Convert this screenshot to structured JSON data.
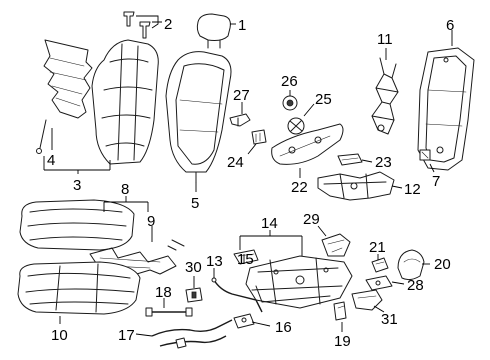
{
  "callouts": [
    {
      "id": "1",
      "label": "1"
    },
    {
      "id": "2",
      "label": "2"
    },
    {
      "id": "3",
      "label": "3"
    },
    {
      "id": "4",
      "label": "4"
    },
    {
      "id": "5",
      "label": "5"
    },
    {
      "id": "6",
      "label": "6"
    },
    {
      "id": "7",
      "label": "7"
    },
    {
      "id": "8",
      "label": "8"
    },
    {
      "id": "9",
      "label": "9"
    },
    {
      "id": "10",
      "label": "10"
    },
    {
      "id": "11",
      "label": "11"
    },
    {
      "id": "12",
      "label": "12"
    },
    {
      "id": "13",
      "label": "13"
    },
    {
      "id": "14",
      "label": "14"
    },
    {
      "id": "15",
      "label": "15"
    },
    {
      "id": "16",
      "label": "16"
    },
    {
      "id": "17",
      "label": "17"
    },
    {
      "id": "18",
      "label": "18"
    },
    {
      "id": "19",
      "label": "19"
    },
    {
      "id": "20",
      "label": "20"
    },
    {
      "id": "21",
      "label": "21"
    },
    {
      "id": "22",
      "label": "22"
    },
    {
      "id": "23",
      "label": "23"
    },
    {
      "id": "24",
      "label": "24"
    },
    {
      "id": "25",
      "label": "25"
    },
    {
      "id": "26",
      "label": "26"
    },
    {
      "id": "27",
      "label": "27"
    },
    {
      "id": "28",
      "label": "28"
    },
    {
      "id": "29",
      "label": "29"
    },
    {
      "id": "30",
      "label": "30"
    },
    {
      "id": "31",
      "label": "31"
    }
  ]
}
